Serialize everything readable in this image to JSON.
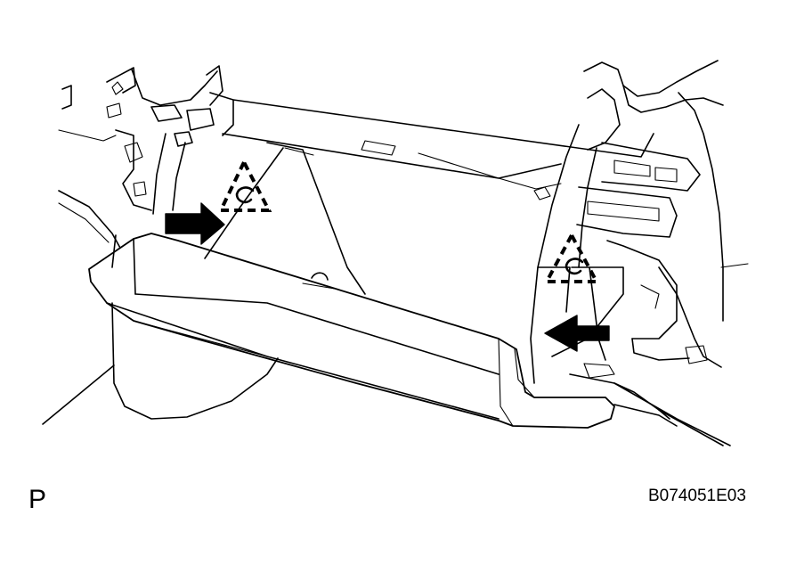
{
  "figure": {
    "view_label": "P",
    "figure_code": "B074051E03"
  },
  "callouts": [
    {
      "glyph": "C",
      "marker": "dashed-triangle"
    },
    {
      "glyph": "C",
      "marker": "dashed-triangle"
    }
  ],
  "arrows": [
    {
      "direction": "right",
      "color": "#000000"
    },
    {
      "direction": "left",
      "color": "#000000"
    }
  ]
}
